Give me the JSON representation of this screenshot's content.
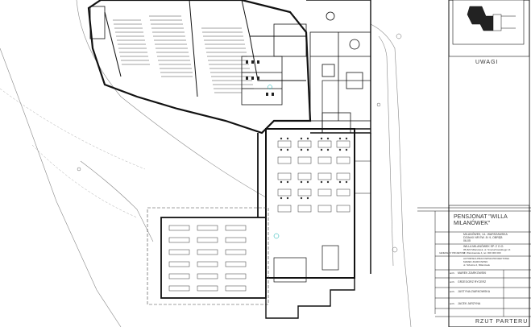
{
  "title_block": {
    "remarks_label": "UWAGI",
    "project_title": "PENSJONAT \"WILLA MILANÓWEK\"",
    "location_line1": "MILANÓWEK, UL. WARSZAWSKA",
    "location_line2": "DZIAŁKI NR EW. 8 i 9, OBRĘB",
    "location_line3": "06-05",
    "investor_line1": "WILLA MILANÓWEK SP. Z O.O.",
    "investor_line2": "05-822 Milanówek, ul. Smoluchowskiego 14",
    "investor_line3": "ul. Warszawska 4, tel. 000 000 000",
    "designer_label": "GENERALNY PROJEKTANT",
    "designer_line1": "AUTORSKA PRACOWNIA PROJEKTOWA",
    "designer_line2": "MAREK ZIARKOWSKI",
    "designer_line3": "ul. Szkolna 2, Milanówek",
    "people": [
      {
        "role": "arch.",
        "name": "MAREK ZIARKOWSKI"
      },
      {
        "role": "arch.",
        "name": "GRZEGORZ RYCERZ"
      },
      {
        "role": "arch.",
        "name": "JUSTYNA ZIARKOWSKA"
      },
      {
        "role": "arch.",
        "name": "JACEK JARZYNA"
      }
    ],
    "sheet_title": "RZUT PARTERU"
  }
}
